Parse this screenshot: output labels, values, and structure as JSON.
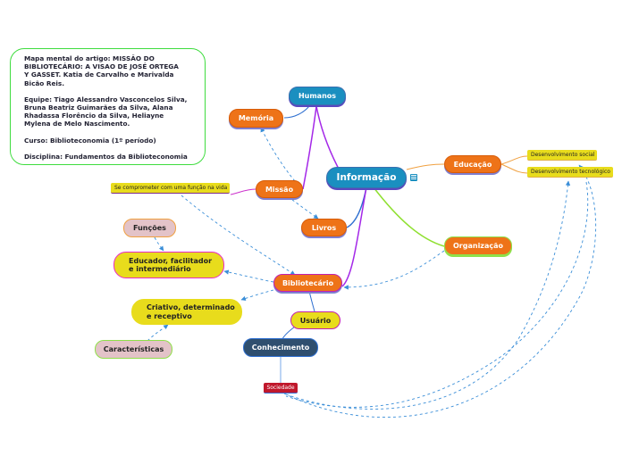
{
  "notes": {
    "title": "Mapa mental do artigo: MISSÃO DO\nBIBLIOTECÁRIO: A VISAO DE JOSÉ ORTEGA\nY GASSET. Katia de Carvalho e Marivalda\nBicão Reis.",
    "team": "Equipe: Tiago Alessandro Vasconcelos Silva,\nBruna Beatriz Guimarães da Silva, Alana\nRhadassa Florêncio da Silva, Heliayne\nMylena de Melo Nascimento.",
    "course": "Curso: Biblioteconomia (1º período)",
    "discipline": "Disciplina: Fundamentos da Biblioteconomia"
  },
  "nodes": {
    "informacao": "Informação",
    "humanos": "Humanos",
    "memoria": "Memória",
    "missao": "Missão",
    "compromisso": "Se comprometer com uma função na vida",
    "livros": "Livros",
    "educacao": "Educação",
    "desenvolvimento_social": "Desenvolvimento social",
    "desenvolvimento_tecnologico": "Desenvolvimento tecnológico",
    "organizacao": "Organização",
    "funcoes": "Funções",
    "educador": "Educador, facilitador\ne intermediário",
    "bibliotecario": "Bibliotecário",
    "criativo": "Criativo, determinado\ne receptivo",
    "usuario": "Usuário",
    "caracteristicas": "Características",
    "conhecimento": "Conhecimento",
    "sociedade": "Sociedade"
  },
  "colors": {
    "central": "#1a8fc0",
    "topic": "#ee7318",
    "yellow": "#e8dc1c",
    "pink": "#e3c3c8",
    "dark": "#2f4f6f",
    "red": "#c0182c",
    "purple_link": "#a428e8",
    "blue_link": "#2e6fd0",
    "dashed_link": "#3a8ed8"
  }
}
